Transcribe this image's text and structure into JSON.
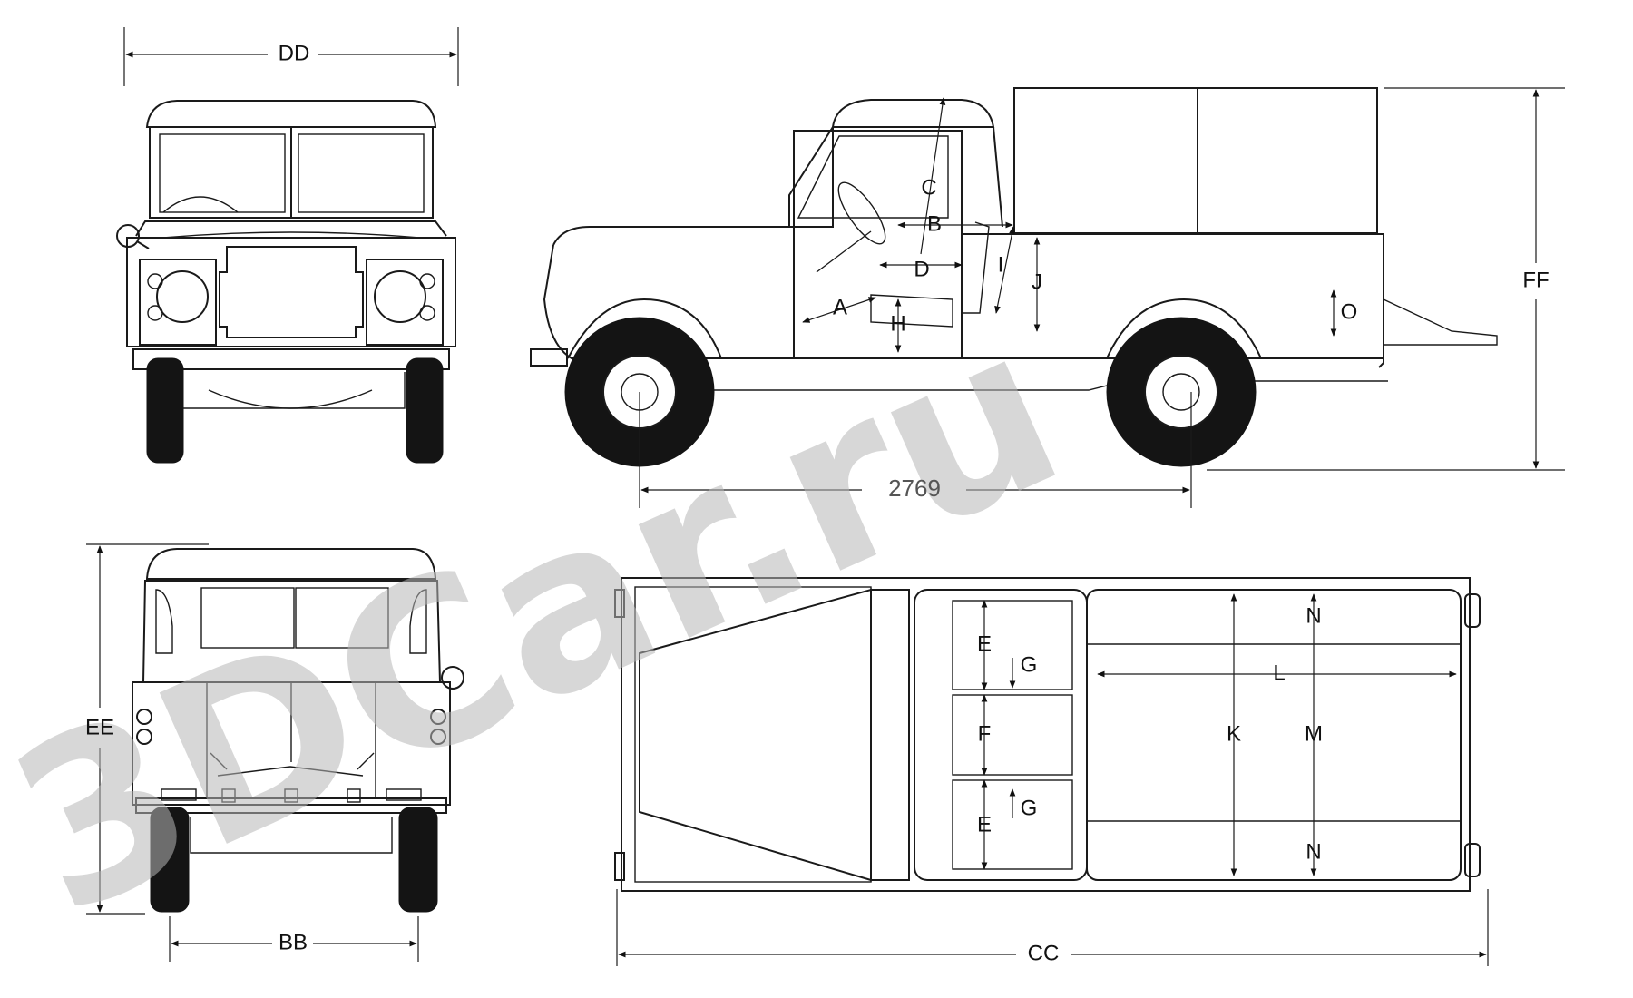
{
  "watermark": "3DCar.ru",
  "wheelbase_label": "2769",
  "dimension_labels": {
    "overall_width": "DD",
    "overall_height_rear": "EE",
    "track": "BB",
    "overall_length": "CC",
    "overall_height_side": "FF",
    "a": "A",
    "b": "B",
    "c": "C",
    "d": "D",
    "h": "H",
    "i": "I",
    "j": "J",
    "o": "O",
    "e_top": "E",
    "e_bottom": "E",
    "f": "F",
    "g_top": "G",
    "g_bottom": "G",
    "k": "K",
    "l": "L",
    "m": "M",
    "n_top": "N",
    "n_bottom": "N"
  }
}
